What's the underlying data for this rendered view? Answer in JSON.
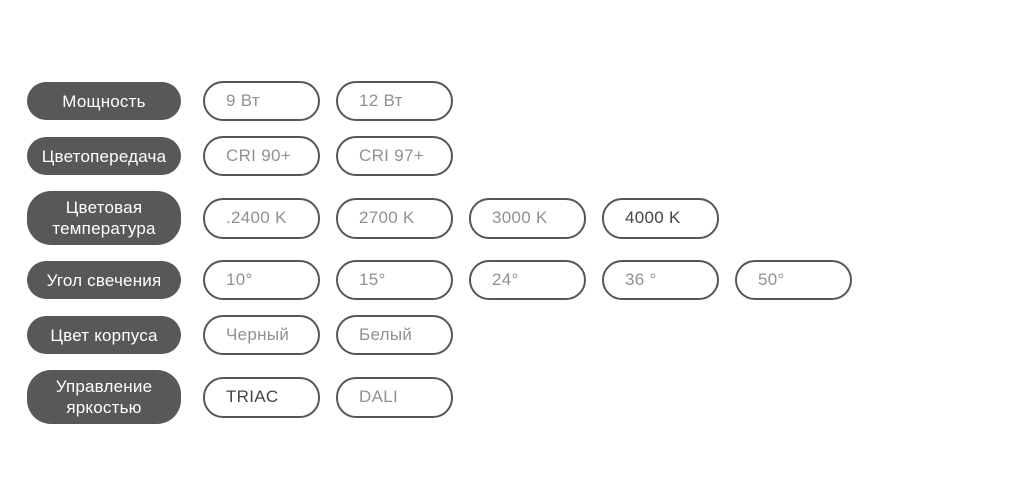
{
  "colors": {
    "label_pill_bg": "#58585a",
    "label_pill_text": "#ffffff",
    "option_border": "#565659",
    "option_text": "#919193",
    "option_text_emphasized": "#454547",
    "page_bg": "#ffffff"
  },
  "rows": [
    {
      "label": "Мощность",
      "options": [
        {
          "text": "9 Вт",
          "emphasized": false
        },
        {
          "text": "12 Вт",
          "emphasized": false
        }
      ]
    },
    {
      "label": "Цветопередача",
      "options": [
        {
          "text": "CRI 90+",
          "emphasized": false
        },
        {
          "text": "CRI 97+",
          "emphasized": false
        }
      ]
    },
    {
      "label": "Цветовая температура",
      "options": [
        {
          "text": ".2400 K",
          "emphasized": false
        },
        {
          "text": "2700 K",
          "emphasized": false
        },
        {
          "text": "3000 K",
          "emphasized": false
        },
        {
          "text": "4000 K",
          "emphasized": true
        }
      ]
    },
    {
      "label": "Угол свечения",
      "options": [
        {
          "text": "10°",
          "emphasized": false
        },
        {
          "text": "15°",
          "emphasized": false
        },
        {
          "text": "24°",
          "emphasized": false
        },
        {
          "text": "36 °",
          "emphasized": false
        },
        {
          "text": "50°",
          "emphasized": false
        }
      ]
    },
    {
      "label": "Цвет корпуса",
      "options": [
        {
          "text": "Черный",
          "emphasized": false
        },
        {
          "text": "Белый",
          "emphasized": false
        }
      ]
    },
    {
      "label": "Управление яркостью",
      "options": [
        {
          "text": "TRIAC",
          "emphasized": true
        },
        {
          "text": "DALI",
          "emphasized": false
        }
      ]
    }
  ]
}
